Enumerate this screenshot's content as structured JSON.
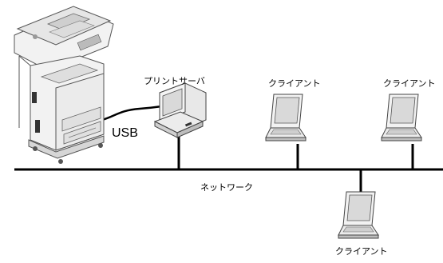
{
  "diagram": {
    "labels": {
      "print_server": "プリントサーバ",
      "client_1": "クライアント",
      "client_2": "クライアント",
      "client_3": "クライアント",
      "network": "ネットワーク",
      "usb": "USB"
    },
    "colors": {
      "line": "#000000",
      "device_body": "#f2f2f2",
      "device_shade": "#bdbdbd",
      "screen": "#d9d9d9"
    }
  }
}
